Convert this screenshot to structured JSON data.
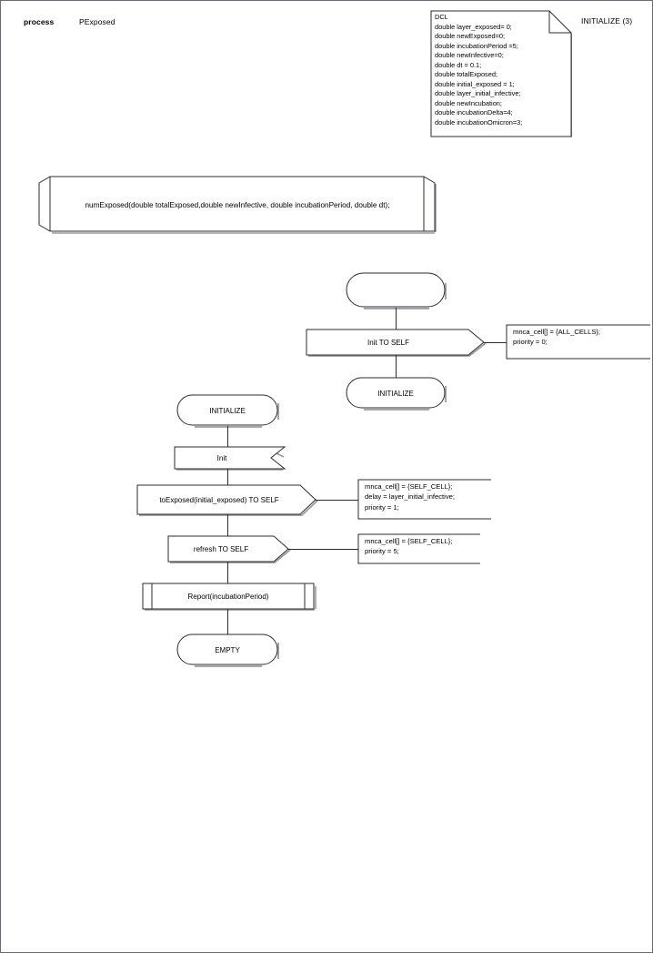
{
  "header": {
    "keyword": "process",
    "process_name": "PExposed",
    "page_label": "INITIALIZE (3)"
  },
  "declaration_note": {
    "title": "DCL",
    "lines": [
      "DCL",
      "double layer_exposed= 0;",
      "double newExposed=0;",
      "double incubationPeriod =5;",
      "double newInfective=0;",
      "double dt = 0.1;",
      "double totalExposed;",
      "double initial_exposed = 1;",
      "double layer_initial_infective;",
      "double newIncubation;",
      "double incubationDelta=4;",
      "double incubationOmicron=3;"
    ]
  },
  "procedure_declaration": {
    "signature": "numExposed(double totalExposed,double newInfective, double incubationPeriod, double dt);"
  },
  "flow_top": {
    "start_label": "",
    "output_init": "Init TO SELF",
    "state_initialize": "INITIALIZE",
    "comment_init": "mnca_cell[] = {ALL_CELLS};\npriority = 0;"
  },
  "flow_main": {
    "state_initialize": "INITIALIZE",
    "input_init": "Init",
    "output_toexposed": "toExposed(initial_exposed) TO SELF",
    "comment_toexposed": "mnca_cell[] = {SELF_CELL};\ndelay = layer_initial_infective;\npriority = 1;",
    "output_refresh": "refresh TO SELF",
    "comment_refresh": "mnca_cell[] = {SELF_CELL};\npriority = 5;",
    "procedure_call": "Report(incubationPeriod)",
    "state_empty": "EMPTY"
  },
  "colors": {
    "line": "#2b2b2b",
    "shadow": "#6b6b70",
    "page_border": "#6b6b70",
    "background": "#ffffff",
    "text": "#000000"
  }
}
